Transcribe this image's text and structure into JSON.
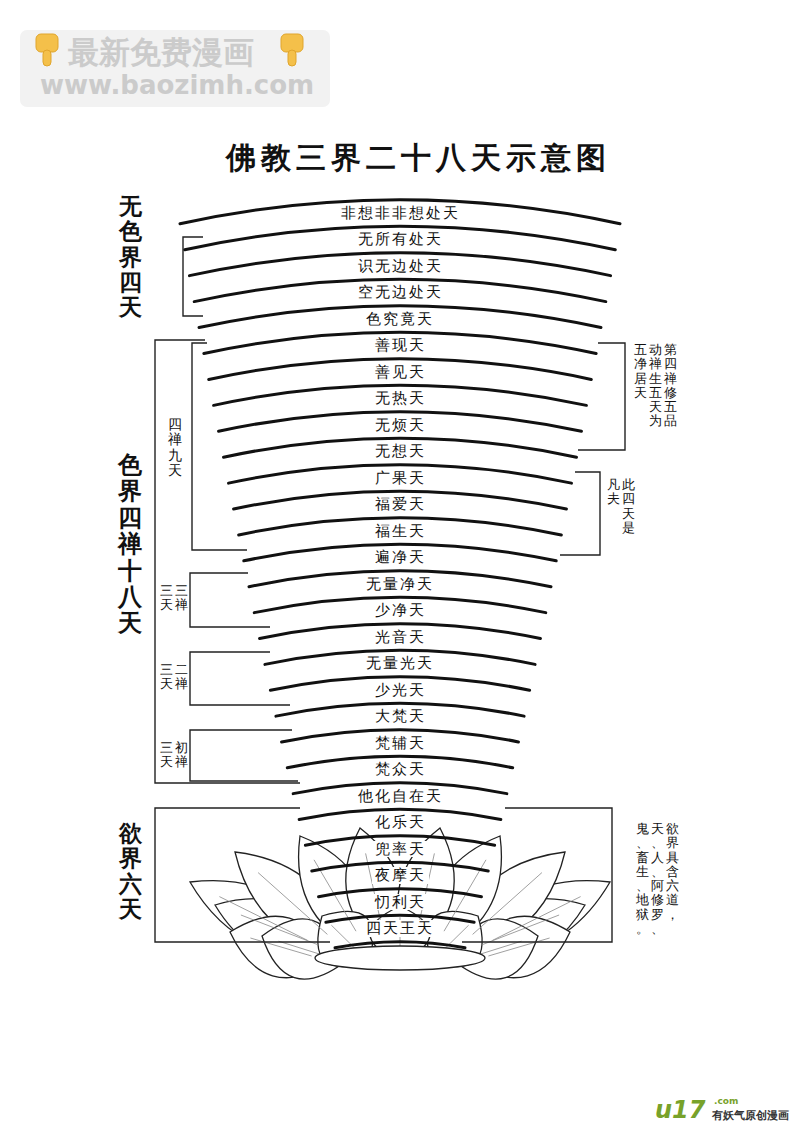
{
  "diagram": {
    "title": "佛教三界二十八天示意图",
    "nodes": [
      {
        "text": [
          "非想非非想处天"
        ]
      },
      {
        "text": [
          "无所有处天"
        ]
      },
      {
        "text": [
          "识无边处天"
        ]
      },
      {
        "text": [
          "空无边处天"
        ]
      },
      {
        "text": [
          "色究竟天"
        ]
      },
      {
        "text": [
          "善现天"
        ]
      },
      {
        "text": [
          "善见天"
        ]
      },
      {
        "text": [
          "无热天"
        ]
      },
      {
        "text": [
          "无烦天"
        ]
      },
      {
        "text": [
          "无想天"
        ]
      },
      {
        "text": [
          "广果天"
        ]
      },
      {
        "text": [
          "福爱天"
        ]
      },
      {
        "text": [
          "福生天"
        ]
      },
      {
        "text": [
          "遍净天"
        ]
      },
      {
        "text": [
          "无量净天"
        ]
      },
      {
        "text": [
          "少净天"
        ]
      },
      {
        "text": [
          "光音天"
        ]
      },
      {
        "text": [
          "无量光天"
        ]
      },
      {
        "text": [
          "少光天"
        ]
      },
      {
        "text": [
          "大梵天"
        ]
      },
      {
        "text": [
          "梵辅天"
        ]
      },
      {
        "text": [
          "梵众天"
        ]
      },
      {
        "text": [
          "他化自在天"
        ]
      },
      {
        "text": [
          "化乐天"
        ]
      },
      {
        "text": [
          "兜率天"
        ]
      },
      {
        "text": [
          "夜摩天"
        ]
      },
      {
        "text": [
          "忉利天"
        ]
      },
      {
        "text": [
          "四天王天"
        ]
      }
    ],
    "labels": [
      "最新免费漫画",
      "www.baozimh.com",
      "无色界四天",
      "色界四禅十八天",
      "四禅九天",
      "三禅 三天",
      "二禅 三天",
      "初禅 三天",
      "欲界六天",
      "第四禅修五品 动禅生五天为 五净居天",
      "此四天是 凡夫",
      "欲界具含六道， 天、人、阿修罗、 鬼、畜生、地狱。",
      "u17",
      ".com",
      "有妖气原创漫画"
    ]
  }
}
